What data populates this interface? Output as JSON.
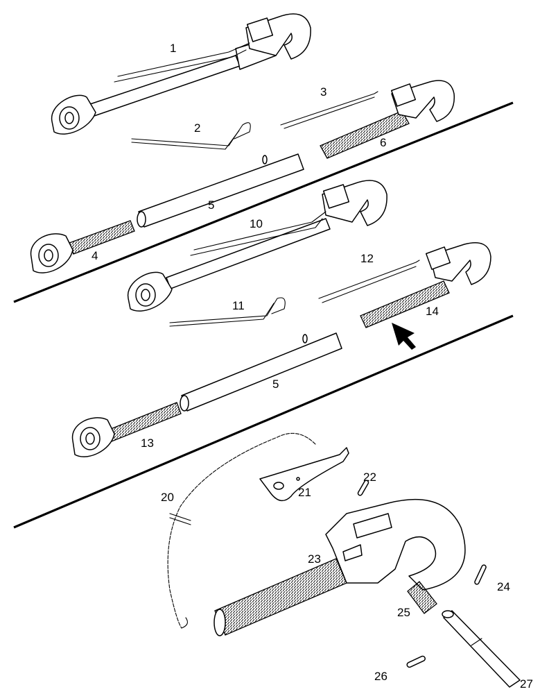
{
  "callouts": {
    "c1": "1",
    "c2": "2",
    "c3": "3",
    "c4": "4",
    "c5a": "5",
    "c5b": "5",
    "c6": "6",
    "c10": "10",
    "c11": "11",
    "c12": "12",
    "c13": "13",
    "c14": "14",
    "c20": "20",
    "c21": "21",
    "c22": "22",
    "c23": "23",
    "c24": "24",
    "c25": "25",
    "c26": "26",
    "c27": "27"
  },
  "colors": {
    "ink": "#000000",
    "paper": "#ffffff"
  }
}
